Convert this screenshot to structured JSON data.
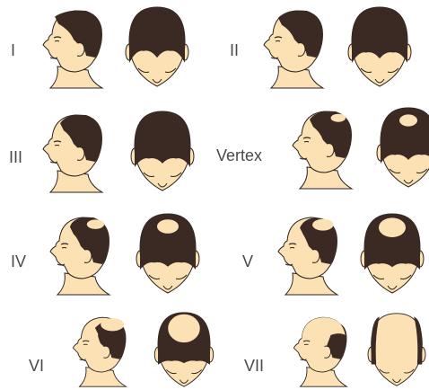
{
  "colors": {
    "hair": "#3b2a24",
    "skin": "#fbe1b3",
    "outline": "#2a2320",
    "label": "#4a4a4a"
  },
  "stages": [
    {
      "id": "I",
      "label": "I",
      "bald_crown": 0.0,
      "bald_top": 0.0,
      "recession": 0.05
    },
    {
      "id": "II",
      "label": "II",
      "bald_crown": 0.0,
      "bald_top": 0.0,
      "recession": 0.18
    },
    {
      "id": "III",
      "label": "III",
      "bald_crown": 0.0,
      "bald_top": 0.0,
      "recession": 0.32
    },
    {
      "id": "Vertex",
      "label": "Vertex",
      "bald_crown": 0.3,
      "bald_top": 0.0,
      "recession": 0.32
    },
    {
      "id": "IV",
      "label": "IV",
      "bald_crown": 0.4,
      "bald_top": 0.0,
      "recession": 0.45
    },
    {
      "id": "V",
      "label": "V",
      "bald_crown": 0.55,
      "bald_top": 0.15,
      "recession": 0.55
    },
    {
      "id": "VI",
      "label": "VI",
      "bald_crown": 0.75,
      "bald_top": 0.6,
      "recession": 0.7
    },
    {
      "id": "VII",
      "label": "VII",
      "bald_crown": 1.0,
      "bald_top": 1.0,
      "recession": 0.85
    }
  ],
  "icon_names": {
    "profile": "head-profile-icon",
    "top": "head-top-view-icon"
  }
}
